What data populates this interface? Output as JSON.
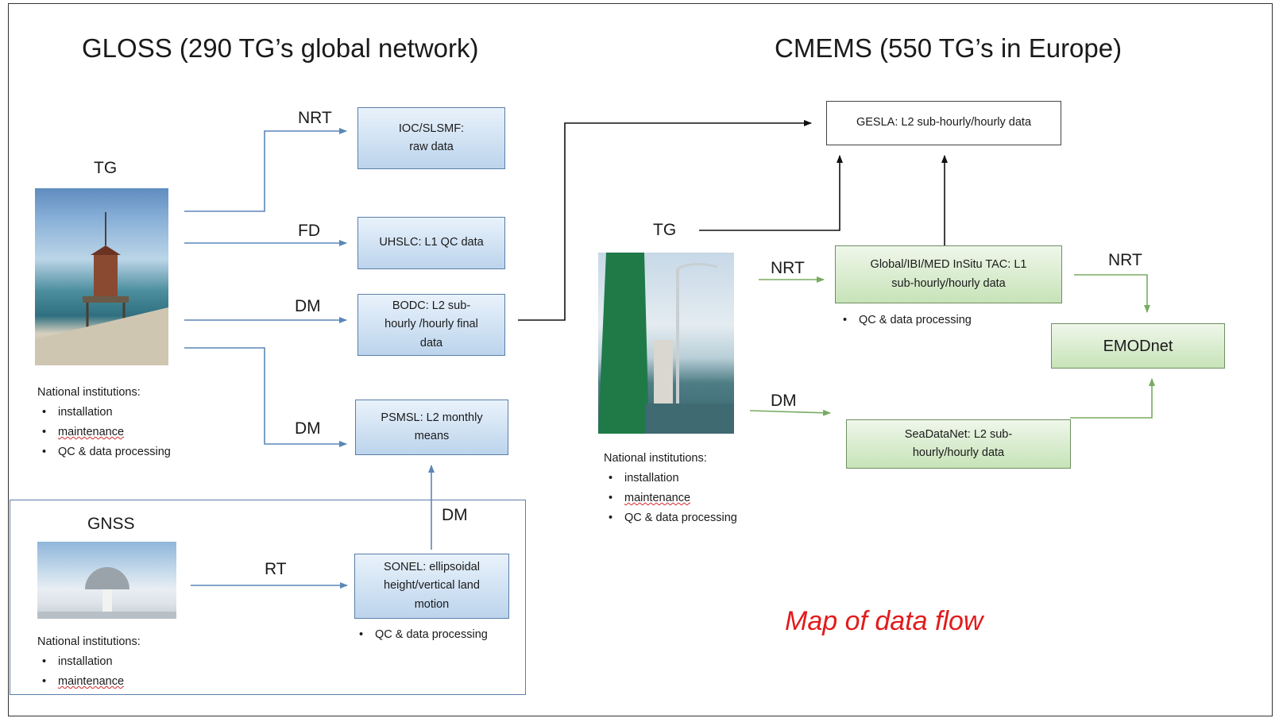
{
  "titles": {
    "gloss": "GLOSS (290 TG’s global network)",
    "cmems": "CMEMS (550 TG’s in Europe)"
  },
  "gloss": {
    "tg_label": "TG",
    "flows": {
      "nrt": "NRT",
      "fd": "FD",
      "dm1": "DM",
      "dm2": "DM",
      "dm3": "DM",
      "rt": "RT"
    },
    "nodes": {
      "ioc": [
        "IOC/SLSMF:",
        "raw data"
      ],
      "uhslc": [
        "UHSLC: L1 QC data"
      ],
      "bodc": [
        "BODC: L2 sub-",
        "hourly /hourly final",
        "data"
      ],
      "psmsl": [
        "PSMSL: L2 monthly",
        "means"
      ],
      "sonel": [
        "SONEL: ellipsoidal",
        "height/vertical land",
        "motion"
      ]
    },
    "institutions": {
      "heading": "National institutions:",
      "items": [
        "installation",
        "maintenance",
        "QC & data processing"
      ]
    },
    "gnss": {
      "label": "GNSS",
      "heading": "National institutions:",
      "items": [
        "installation",
        "maintenance"
      ]
    },
    "sonel_note": "QC & data processing"
  },
  "cmems": {
    "tg_label": "TG",
    "flows": {
      "nrt": "NRT",
      "dm": "DM",
      "nrt_emod": "NRT"
    },
    "nodes": {
      "gesla": [
        "GESLA: L2 sub-hourly/hourly data"
      ],
      "insitu": [
        "Global/IBI/MED InSitu TAC: L1",
        "sub-hourly/hourly data"
      ],
      "seadatanet": [
        "SeaDataNet: L2 sub-",
        "hourly/hourly data"
      ],
      "emodnet": [
        "EMODnet"
      ]
    },
    "insitu_note": "QC & data processing",
    "institutions": {
      "heading": "National institutions:",
      "items": [
        "installation",
        "maintenance",
        "QC & data processing"
      ]
    }
  },
  "caption": "Map of data flow",
  "colors": {
    "blue_arrow": "#5b86b8",
    "green_arrow": "#78ab60",
    "black_arrow": "#111111",
    "caption": "#e21b1b"
  }
}
